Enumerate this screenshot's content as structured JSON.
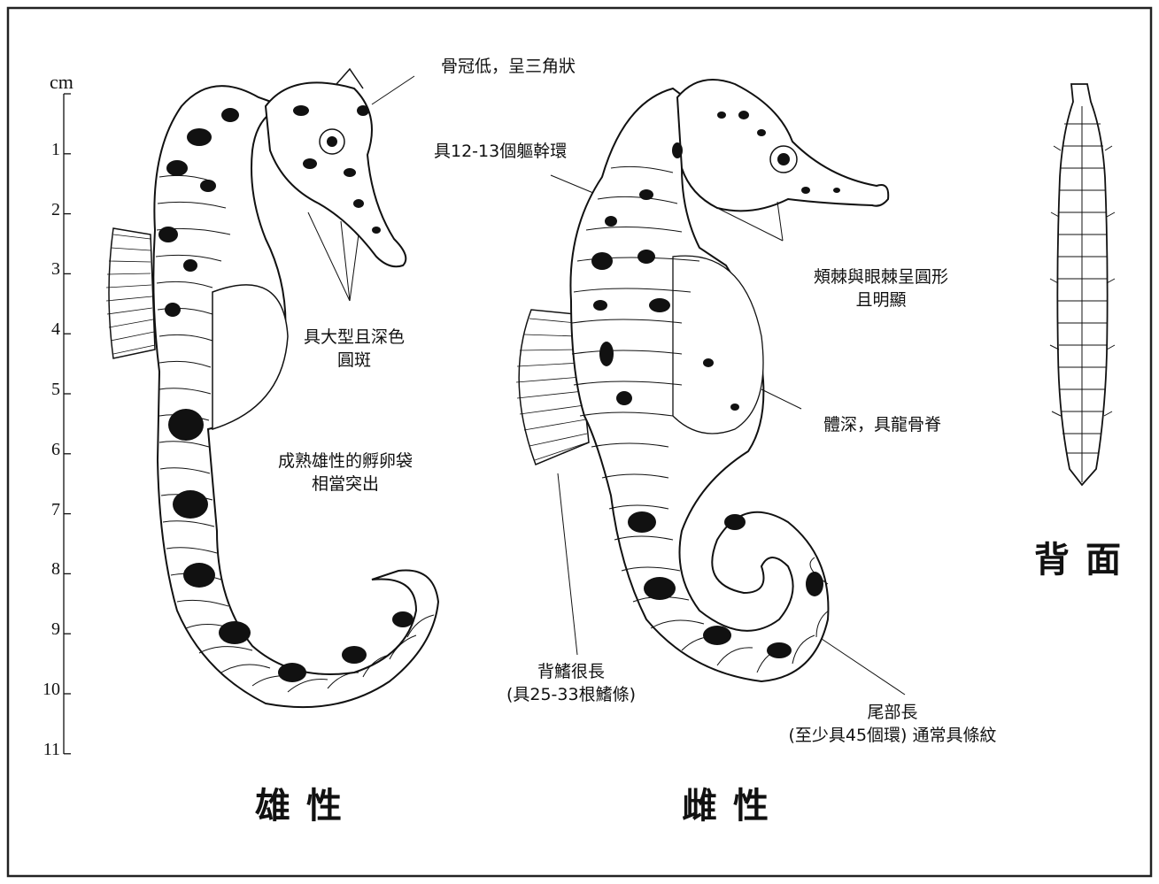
{
  "scale": {
    "unit": "cm",
    "ticks": [
      "1",
      "2",
      "3",
      "4",
      "5",
      "6",
      "7",
      "8",
      "9",
      "10",
      "11"
    ]
  },
  "annotations": {
    "male_crest": "骨冠低，呈三角狀",
    "male_spots_line1": "具大型且深色",
    "male_spots_line2": "圓斑",
    "male_pouch_line1": "成熟雄性的孵卵袋",
    "male_pouch_line2": "相當突出",
    "female_trunk_rings": "具12-13個軀幹環",
    "female_spines_line1": "頰棘與眼棘呈圓形",
    "female_spines_line2": "且明顯",
    "female_body": "體深，具龍骨脊",
    "female_dorsal_line1": "背鰭很長",
    "female_dorsal_line2": "(具25-33根鰭條)",
    "female_tail_line1": "尾部長",
    "female_tail_line2": "(至少具45個環) 通常具條紋"
  },
  "titles": {
    "male": "雄性",
    "female": "雌性",
    "dorsal": "背面"
  },
  "colors": {
    "ink": "#111111",
    "border": "#222222",
    "background": "#ffffff"
  }
}
